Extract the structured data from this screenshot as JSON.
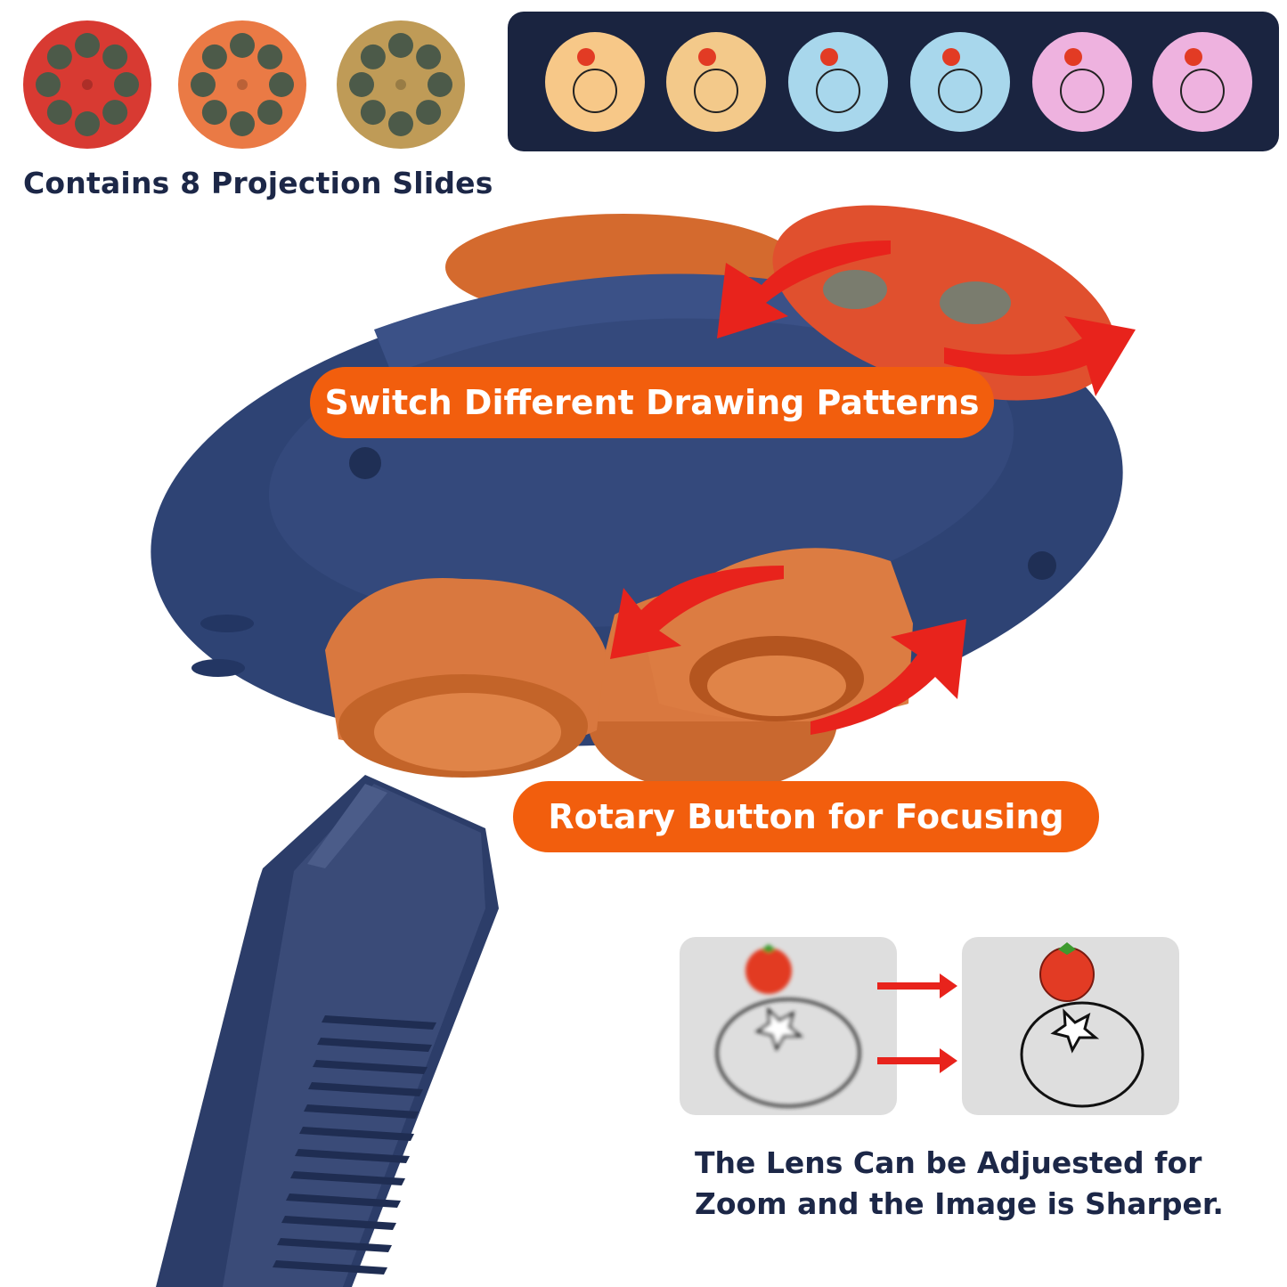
{
  "slides_caption": "Contains 8 Projection Slides",
  "slide_wheels": [
    {
      "color": "#d83a32"
    },
    {
      "color": "#ea7a45"
    },
    {
      "color": "#bf9b57"
    }
  ],
  "pattern_icons": [
    {
      "icon": "tomato-icon",
      "bg": "#f7c888"
    },
    {
      "icon": "carrot-icon",
      "bg": "#f3c98a"
    },
    {
      "icon": "rabbit-icon",
      "bg": "#a8d7ec"
    },
    {
      "icon": "panda-icon",
      "bg": "#a8d7ec"
    },
    {
      "icon": "cap-icon",
      "bg": "#eeb2df"
    },
    {
      "icon": "ring-icon",
      "bg": "#eeb2df"
    }
  ],
  "callouts": {
    "switch_patterns": "Switch Different Drawing Patterns",
    "rotary_focus": "Rotary Button for Focusing"
  },
  "zoom_note": {
    "line1": "The Lens Can be Adjuested for",
    "line2": "Zoom and the Image is Sharper."
  },
  "colors": {
    "navy": "#1c2747",
    "accent_orange": "#f25e0d",
    "arrow_red": "#e8231c",
    "projector_blue": "#2e4374",
    "lens_orange": "#d9783f"
  }
}
